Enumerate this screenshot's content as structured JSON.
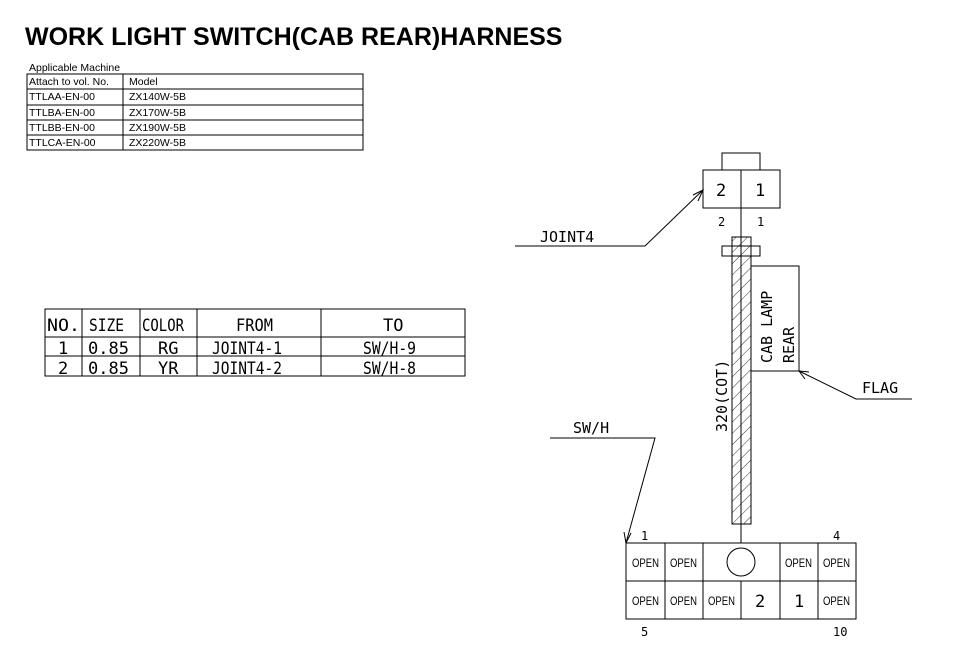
{
  "title": "WORK LIGHT SWITCH(CAB REAR)HARNESS",
  "applicable": {
    "label": "Applicable Machine",
    "headers": [
      "Attach to vol. No.",
      "Model"
    ],
    "rows": [
      [
        "TTLAA-EN-00",
        "ZX140W-5B"
      ],
      [
        "TTLBA-EN-00",
        "ZX170W-5B"
      ],
      [
        "TTLBB-EN-00",
        "ZX190W-5B"
      ],
      [
        "TTLCA-EN-00",
        "ZX220W-5B"
      ]
    ]
  },
  "wires": {
    "headers": [
      "NO.",
      "SIZE",
      "COLOR",
      "FROM",
      "TO"
    ],
    "rows": [
      [
        "1",
        "0.85",
        "RG",
        "JOINT4-1",
        "SW/H-9"
      ],
      [
        "2",
        "0.85",
        "YR",
        "JOINT4-2",
        "SW/H-8"
      ]
    ]
  },
  "diagram": {
    "joint4": {
      "label": "JOINT4",
      "cavities": [
        "2",
        "1"
      ],
      "pins": [
        "2",
        "1"
      ]
    },
    "tube_label": "320(COT)",
    "flag": {
      "label": "FLAG",
      "text": [
        "CAB LAMP",
        "REAR"
      ]
    },
    "swh": {
      "label": "SW/H",
      "top_row": [
        "OPEN",
        "OPEN",
        "OPEN",
        "OPEN"
      ],
      "bottom_row": [
        "OPEN",
        "OPEN",
        "OPEN",
        "2",
        "1",
        "OPEN"
      ],
      "pin_labels": [
        "1",
        "4",
        "5",
        "10"
      ]
    }
  }
}
